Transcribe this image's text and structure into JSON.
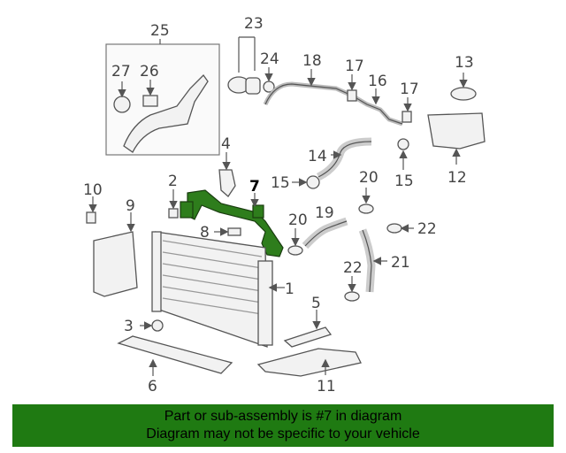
{
  "banner": {
    "line1": "Part or sub-assembly is #7 in diagram",
    "line2": "Diagram may not be specific to your vehicle"
  },
  "highlight_color": "#2e7d1c",
  "banner_color": "#1f7a12",
  "callouts": [
    "1",
    "2",
    "3",
    "4",
    "5",
    "6",
    "7",
    "8",
    "9",
    "10",
    "11",
    "12",
    "13",
    "14",
    "15",
    "15",
    "16",
    "17",
    "17",
    "18",
    "19",
    "20",
    "20",
    "21",
    "22",
    "22",
    "23",
    "24",
    "25",
    "26",
    "27"
  ]
}
